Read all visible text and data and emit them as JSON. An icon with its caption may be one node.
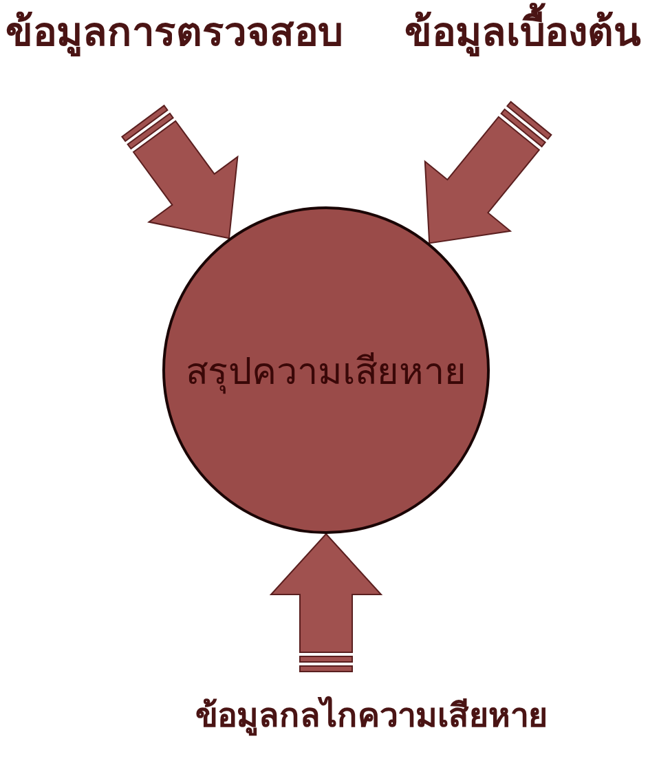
{
  "diagram": {
    "nodes": [
      {
        "text": [
          "ข้อมูลการตรวจสอบ"
        ]
      },
      {
        "text": [
          "ข้อมูลเบื้องต้น"
        ]
      },
      {
        "text": [
          "สรุปความเสียหาย"
        ]
      },
      {
        "text": [
          "ข้อมูลกลไกความเสียหาย"
        ]
      }
    ],
    "edges": [
      {
        "from": 0,
        "to": 2,
        "arrow": "to"
      },
      {
        "from": 1,
        "to": 2,
        "arrow": "to"
      },
      {
        "from": 3,
        "to": 2,
        "arrow": "to"
      }
    ]
  }
}
